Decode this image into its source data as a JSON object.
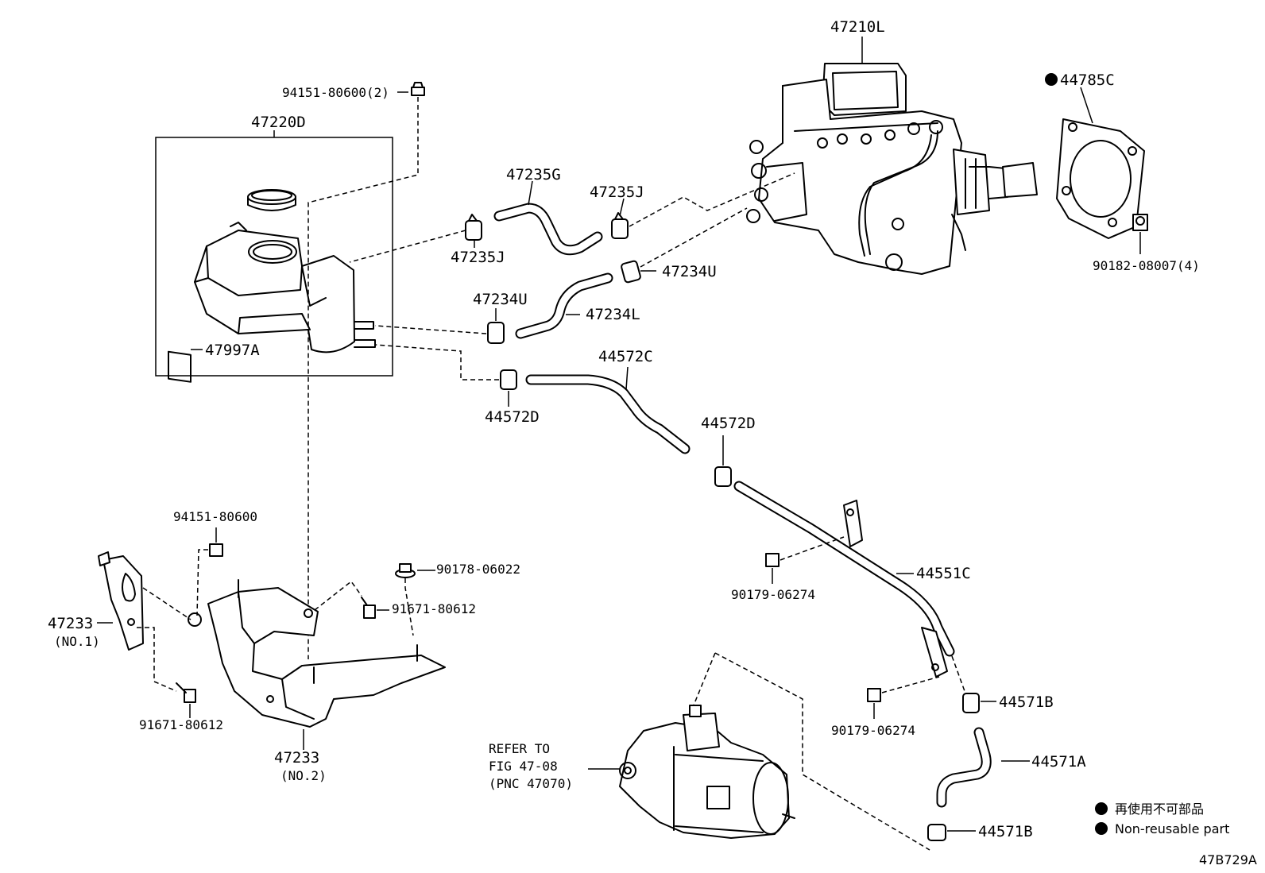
{
  "parts": {
    "p47210L": "47210L",
    "p94151_80600_2": "94151-80600(2)",
    "p47220D": "47220D",
    "p44785C": "44785C",
    "p47235G": "47235G",
    "p47235J_top": "47235J",
    "p47235J_left": "47235J",
    "p47234U_right": "47234U",
    "p47234U_left": "47234U",
    "p47234L": "47234L",
    "p90182_08007_4": "90182-08007(4)",
    "p47997A": "47997A",
    "p44572C": "44572C",
    "p44572D_left": "44572D",
    "p44572D_right": "44572D",
    "p94151_80600": "94151-80600",
    "p90178_06022": "90178-06022",
    "p91671_80612_right": "91671-80612",
    "p47233_no1": "47233",
    "p47233_no1_sub": "(NO.1)",
    "p91671_80612_left": "91671-80612",
    "p47233_no2": "47233",
    "p47233_no2_sub": "(NO.2)",
    "p44551C": "44551C",
    "p90179_06274_top": "90179-06274",
    "p44571B_top": "44571B",
    "p90179_06274_bottom": "90179-06274",
    "p44571A": "44571A",
    "p44571B_bottom": "44571B"
  },
  "refer": {
    "line1": "REFER TO",
    "line2": "FIG 47-08",
    "line3": "(PNC 47070)"
  },
  "legend": {
    "japanese": "再使用不可部品",
    "english": "Non-reusable part"
  },
  "figure_code": "47B729A"
}
